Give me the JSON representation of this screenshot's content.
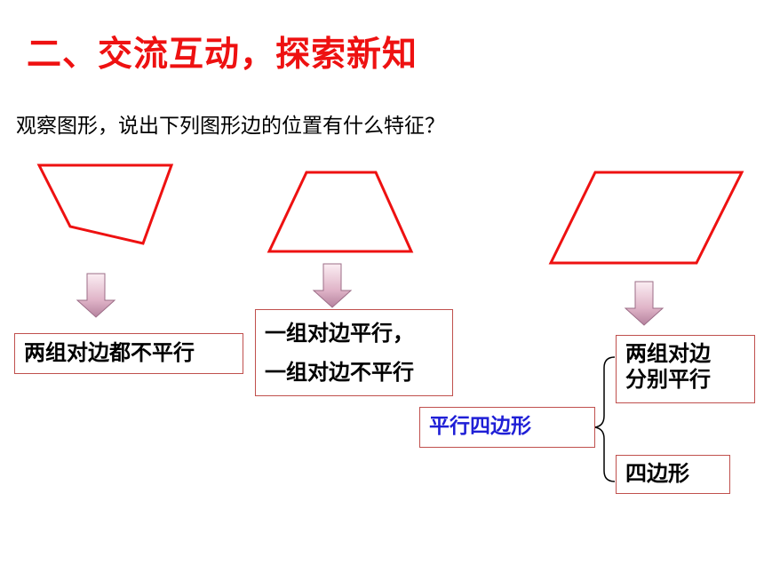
{
  "slide": {
    "title": "二、交流互动，探索新知",
    "question": "观察图形，说出下列图形边的位置有什么特征？"
  },
  "boxes": {
    "no_parallel": "两组对边都不平行",
    "trapezoid_line1": "一组对边平行，",
    "trapezoid_line2": "一组对边不平行",
    "two_pairs_line1": "两组对边",
    "two_pairs_line2": "分别平行",
    "parallelogram": "平行四边形",
    "quadrilateral": "四边形"
  },
  "colors": {
    "title": "#ee1111",
    "shape_stroke": "#ee1111",
    "box_border": "#c0504d",
    "definition_text": "#1f1fd6"
  },
  "icons": {
    "arrow": "arrow-down-icon",
    "brace": "left-brace-icon"
  }
}
